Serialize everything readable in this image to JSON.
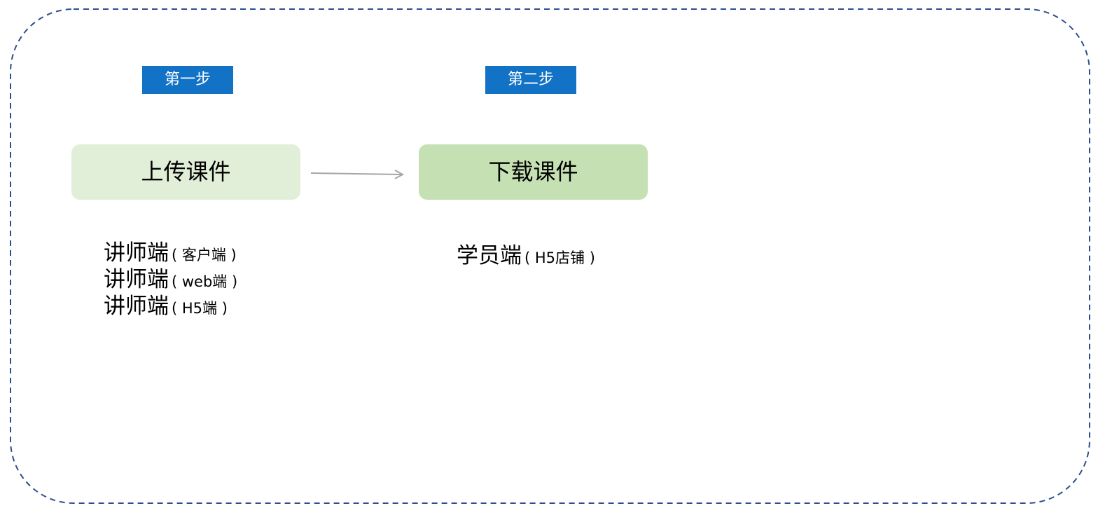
{
  "colors": {
    "frame_border": "#2c4f8c",
    "step_tag_bg": "#1273c6",
    "node_upload_bg": "#e1efd9",
    "node_download_bg": "#c5e0b3",
    "arrow": "#a6a6a6"
  },
  "steps": [
    {
      "label": "第一步"
    },
    {
      "label": "第二步"
    }
  ],
  "nodes": [
    {
      "label": "上传课件"
    },
    {
      "label": "下载课件"
    }
  ],
  "upload_roles": [
    {
      "name": "讲师端",
      "note": "( 客户端 )"
    },
    {
      "name": "讲师端",
      "note": "( web端 )"
    },
    {
      "name": "讲师端",
      "note": "( H5端 )"
    }
  ],
  "download_roles": [
    {
      "name": "学员端",
      "note": "( H5店铺 )"
    }
  ]
}
